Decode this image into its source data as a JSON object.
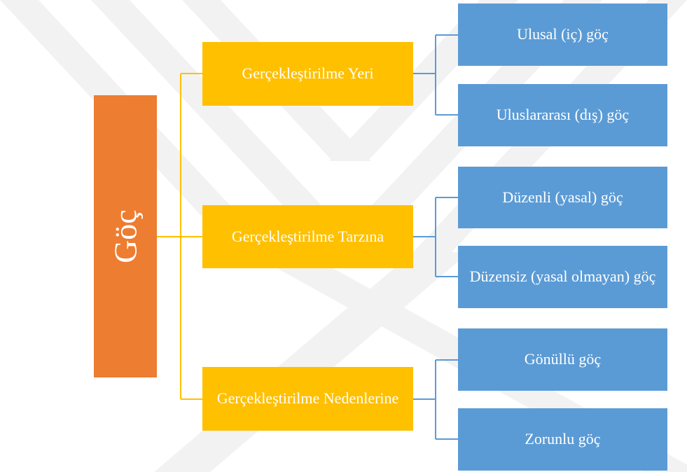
{
  "root": {
    "label": "Göç"
  },
  "categories": [
    {
      "label": "Gerçekleştirilme Yeri",
      "children": [
        "Ulusal (iç) göç",
        "Uluslararası (dış) göç"
      ]
    },
    {
      "label": "Gerçekleştirilme Tarzına",
      "children": [
        "Düzenli (yasal) göç",
        "Düzensiz (yasal olmayan) göç"
      ]
    },
    {
      "label": "Gerçekleştirilme Nedenlerine",
      "children": [
        "Gönüllü göç",
        "Zorunlu göç"
      ]
    }
  ],
  "colors": {
    "root": "#ed7d31",
    "category": "#ffc000",
    "leaf": "#5b9bd5",
    "root_connector": "#ffc000",
    "leaf_connector": "#5b9bd5"
  }
}
